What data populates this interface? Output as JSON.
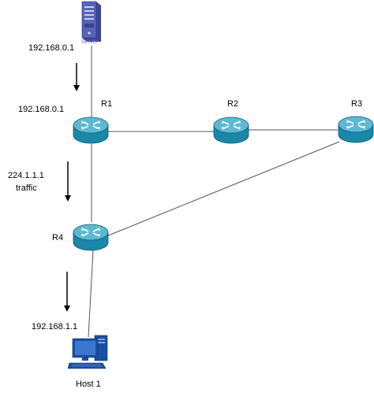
{
  "nodes": {
    "server": {
      "caption": "Server",
      "type": "server",
      "icon": "server-icon"
    },
    "r1": {
      "caption": "R1",
      "type": "router",
      "icon": "router-icon"
    },
    "r2": {
      "caption": "R2",
      "type": "router",
      "icon": "router-icon"
    },
    "r3": {
      "caption": "R3",
      "type": "router",
      "icon": "router-icon"
    },
    "r4": {
      "caption": "R4",
      "type": "router",
      "icon": "router-icon"
    },
    "host1": {
      "caption": "Host 1",
      "type": "workstation",
      "icon": "computer-icon"
    }
  },
  "links": [
    {
      "from": "server",
      "to": "r1"
    },
    {
      "from": "r1",
      "to": "r2"
    },
    {
      "from": "r2",
      "to": "r3"
    },
    {
      "from": "r1",
      "to": "r4"
    },
    {
      "from": "r3",
      "to": "r4"
    },
    {
      "from": "r4",
      "to": "host1"
    }
  ],
  "annotations": {
    "server_ip": "192.168.0.1",
    "r1_ip": "192.168.0.1",
    "traffic_group": "224.1.1.1",
    "traffic_word": "traffic",
    "host_ip": "192.168.1.1"
  },
  "colors": {
    "router_fill": "#1b87a8",
    "router_top": "#5fb8d2",
    "router_edge": "#0e5a72",
    "server_fill": "#4a55a8",
    "computer_fill": "#1a4fa0",
    "line": "#555555"
  }
}
